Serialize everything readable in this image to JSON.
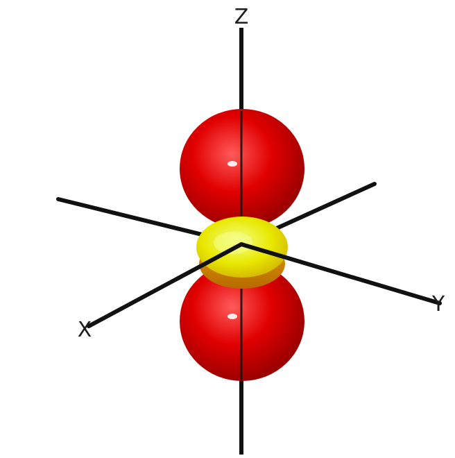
{
  "diagram": {
    "axes": {
      "z": "Z",
      "y": "Y",
      "x": "X"
    },
    "colors": {
      "lobe": "#e00000",
      "lobe_highlight": "#ff5a5a",
      "lobe_shadow": "#8a0000",
      "torus": "#e8e800",
      "torus_highlight": "#f4ff8a",
      "torus_shadow": "#b86a00",
      "axis": "#111111"
    }
  }
}
